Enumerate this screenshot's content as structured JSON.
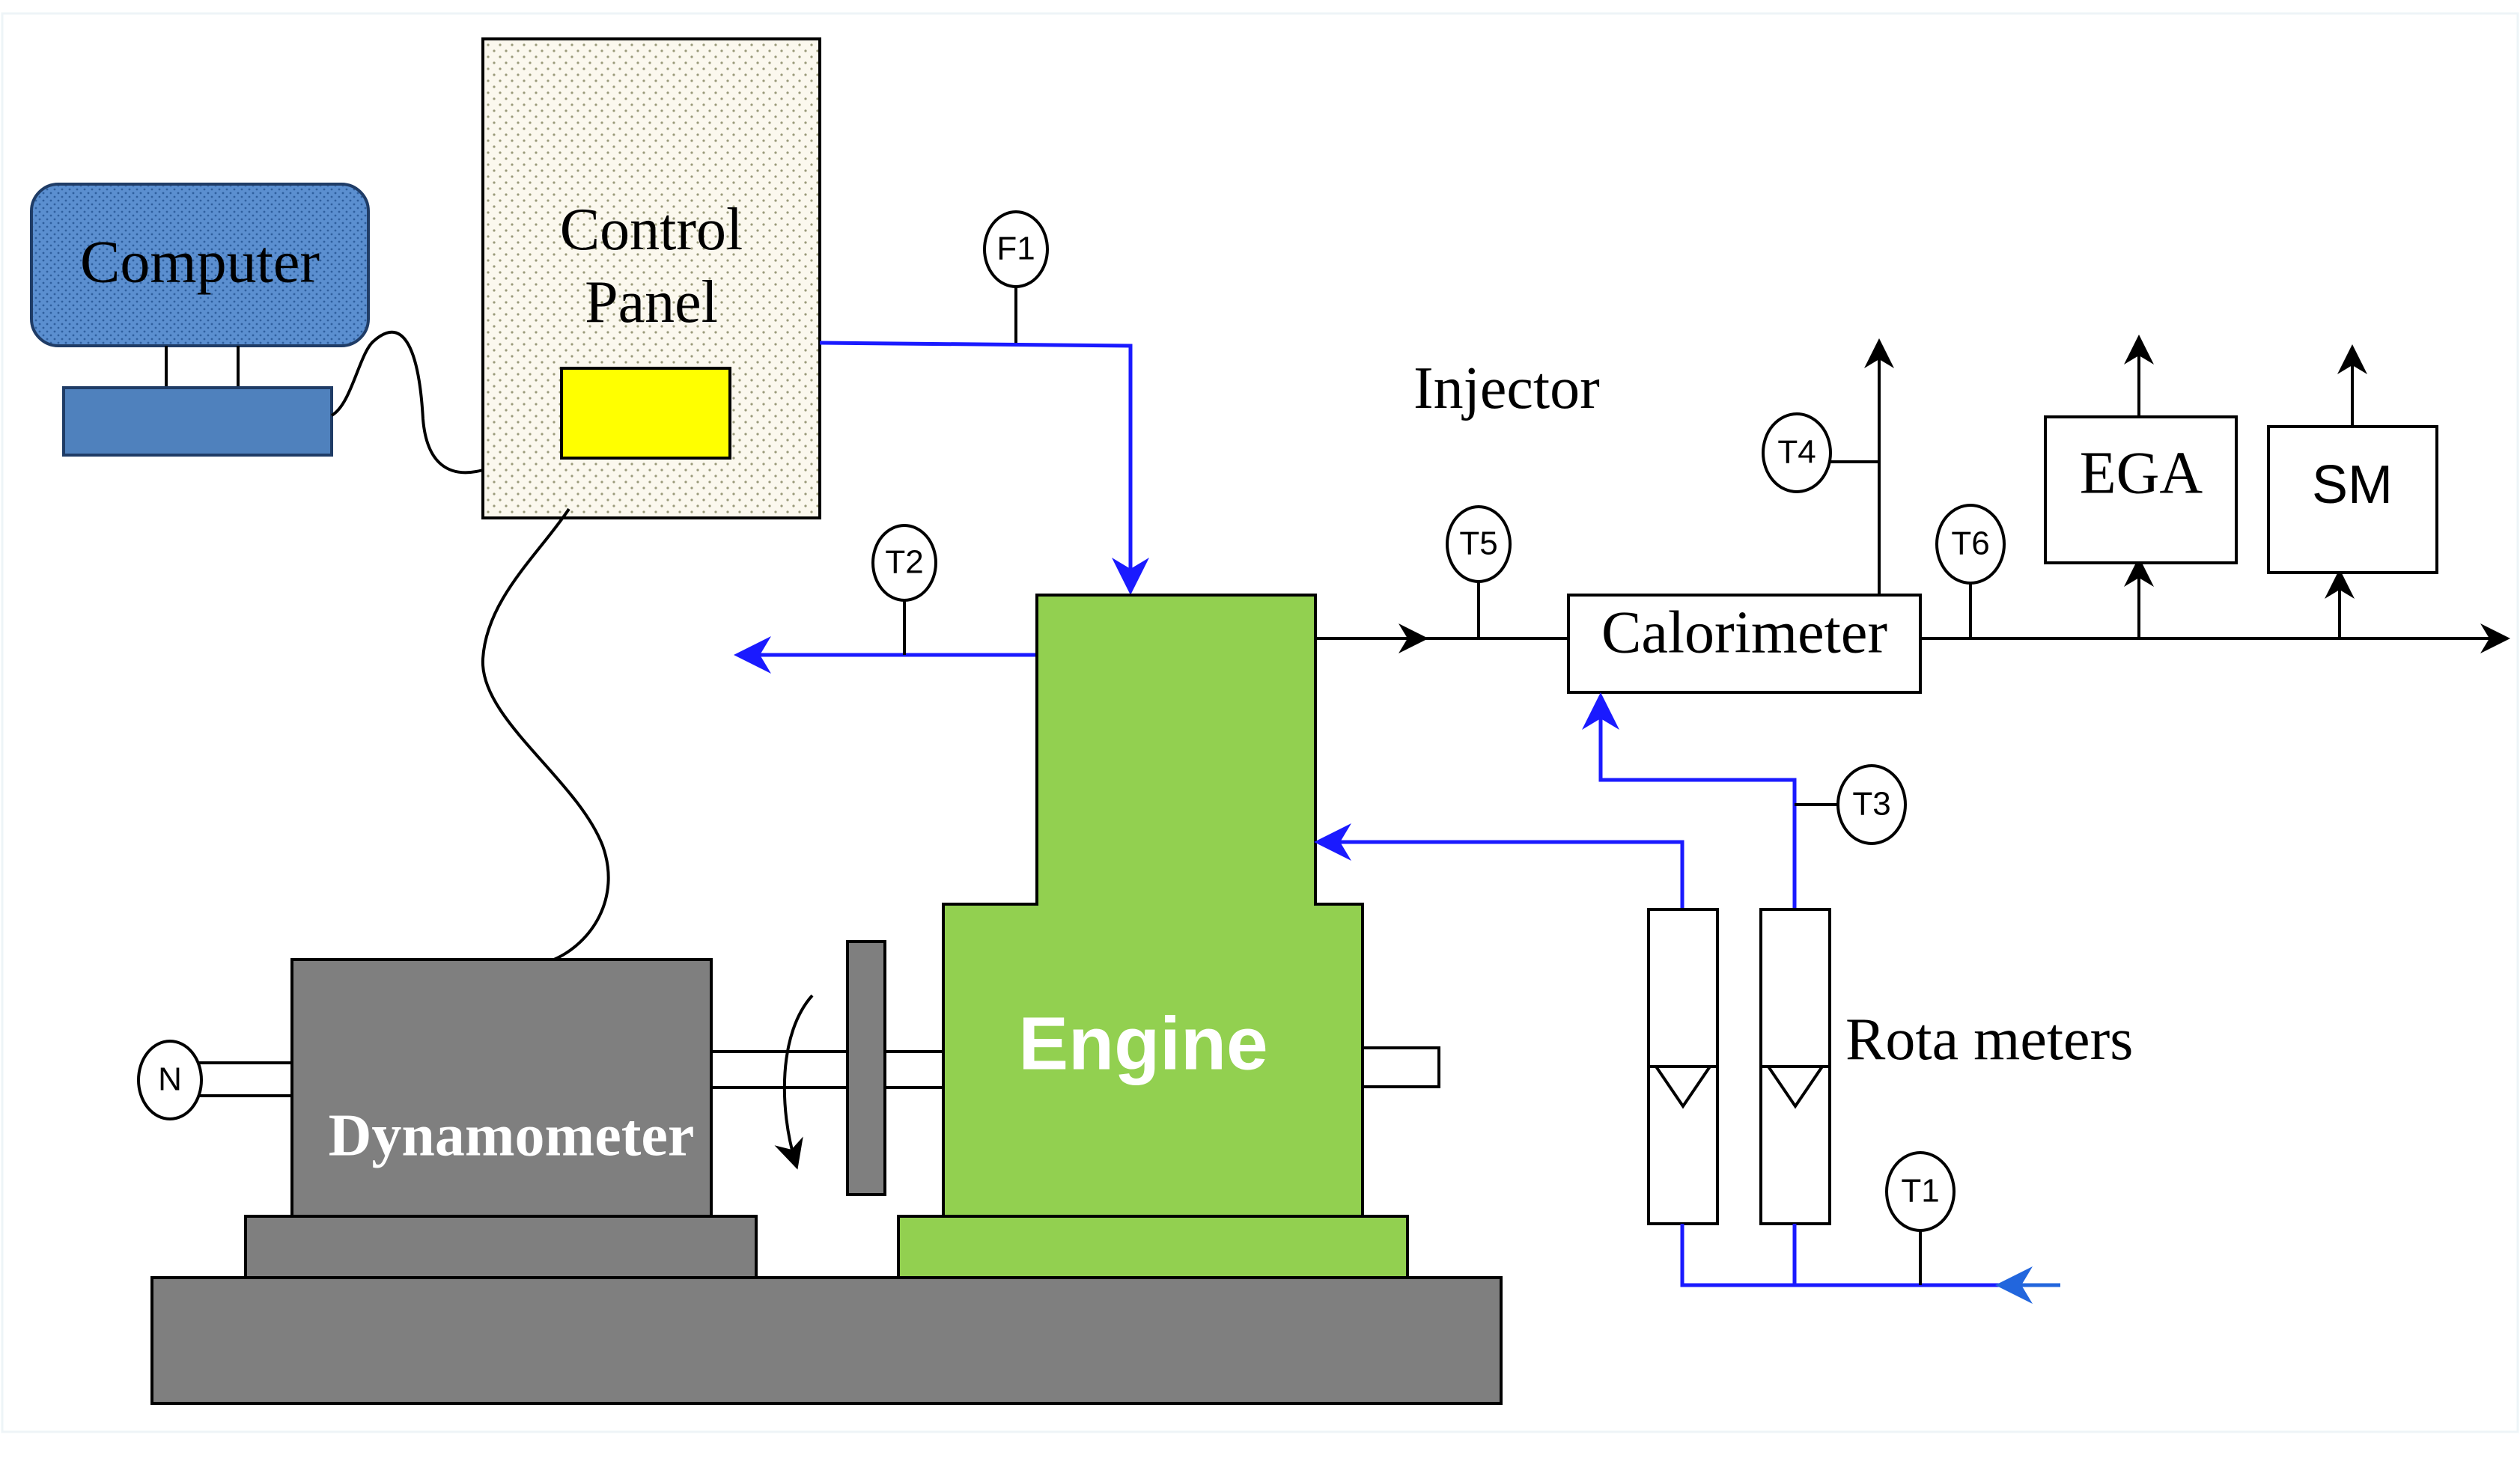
{
  "colors": {
    "blue_line": "#1a1aff",
    "light_blue_line": "#2266dd",
    "engine_green": "#92d050",
    "engine_label": "#ffffff",
    "machine_gray": "#7f7f7f",
    "computer_blue": "#4f81bd",
    "panel_screen_yellow": "#ffff00",
    "panel_fill": "#fbf8ee",
    "stroke": "#000000"
  },
  "blocks": {
    "computer": "Computer",
    "control_panel_line1": "Control",
    "control_panel_line2": "Panel",
    "engine": "Engine",
    "dynamometer": "Dynamometer",
    "calorimeter": "Calorimeter",
    "ega": "EGA",
    "sm": "SM"
  },
  "labels": {
    "injector": "Injector",
    "rota_meters": "Rota meters"
  },
  "sensors": {
    "f1": "F1",
    "t1": "T1",
    "t2": "T2",
    "t3": "T3",
    "t4": "T4",
    "t5": "T5",
    "t6": "T6",
    "n": "N"
  }
}
